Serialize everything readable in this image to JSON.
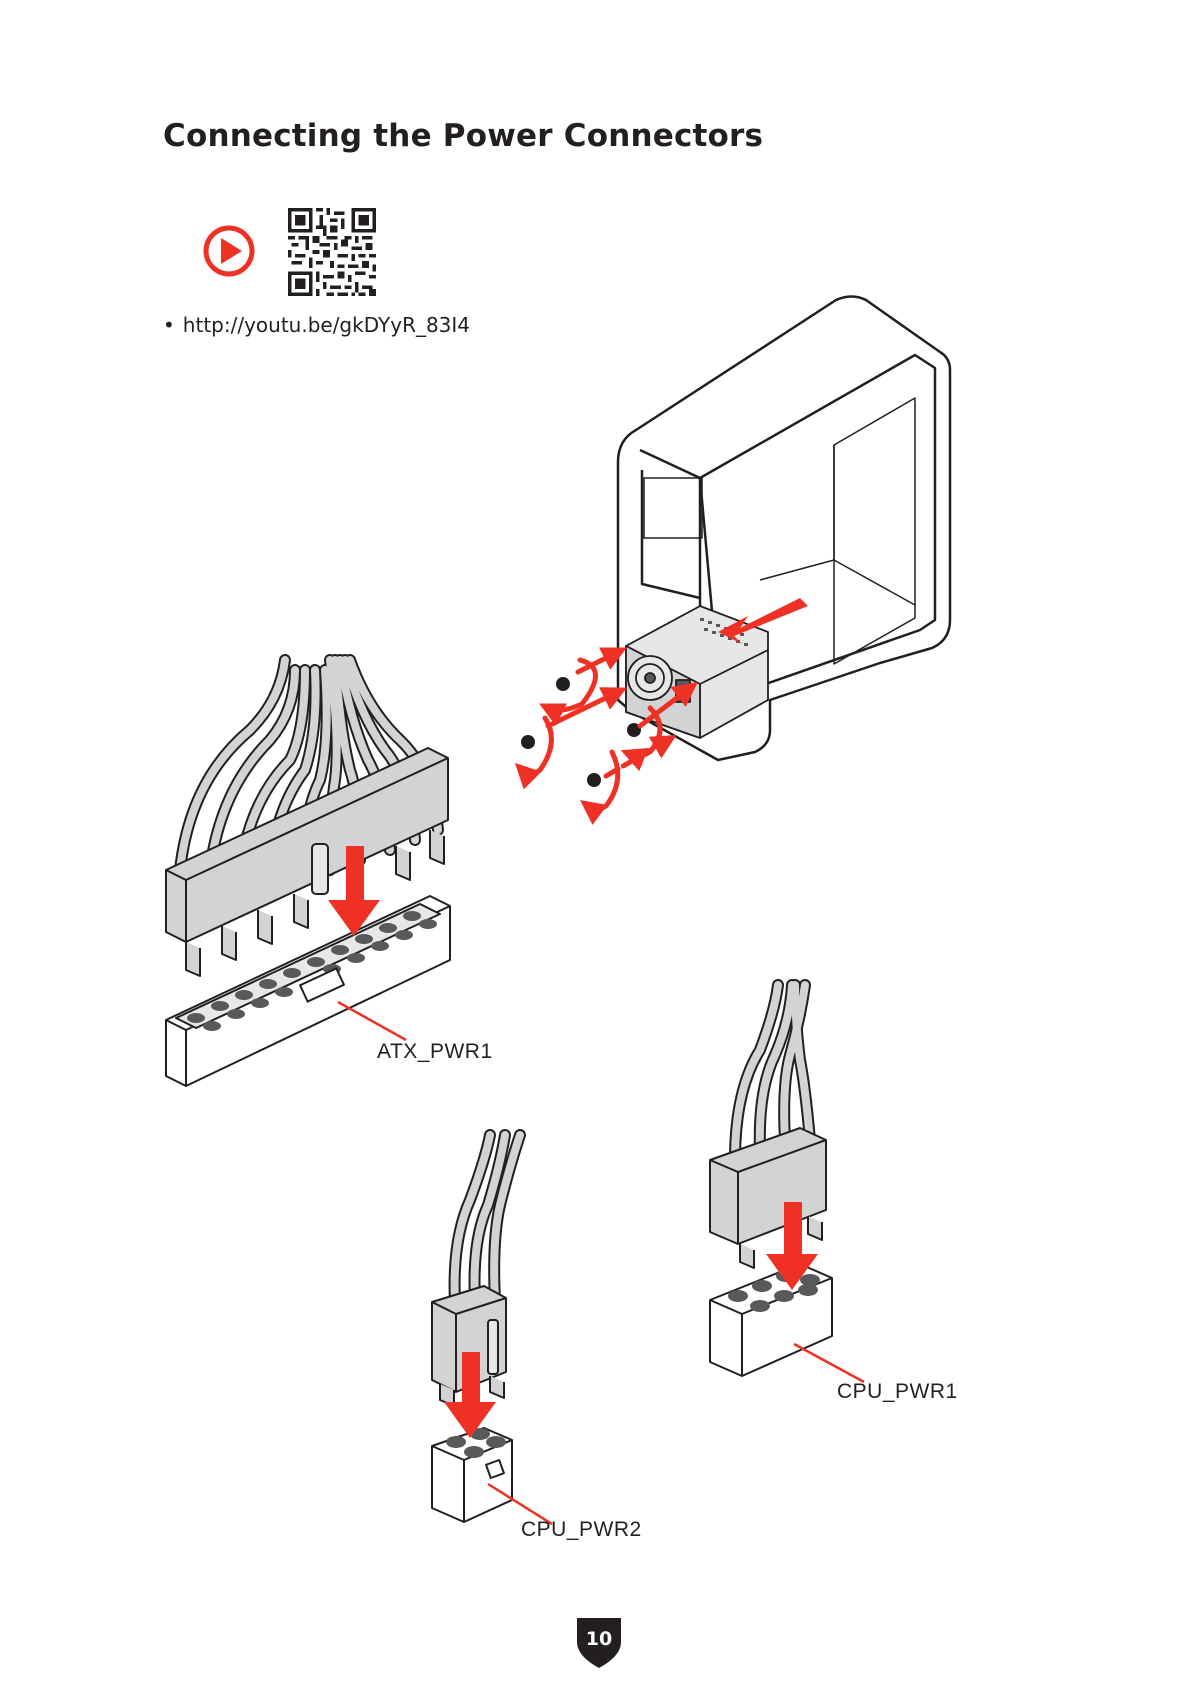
{
  "page": {
    "title": "Connecting the Power Connectors",
    "video_link": "http://youtu.be/gkDYyR_83I4",
    "page_number": "10"
  },
  "labels": {
    "atx": "ATX_PWR1",
    "cpu1": "CPU_PWR1",
    "cpu2": "CPU_PWR2"
  },
  "icons": {
    "play": "play-circle-icon",
    "qr": "qr-code-icon",
    "badge": "shield-badge-icon"
  },
  "colors": {
    "accent": "#ee3124",
    "text": "#231f20",
    "connector_fill": "#d1d3d4",
    "pin_fill": "#58595b"
  }
}
